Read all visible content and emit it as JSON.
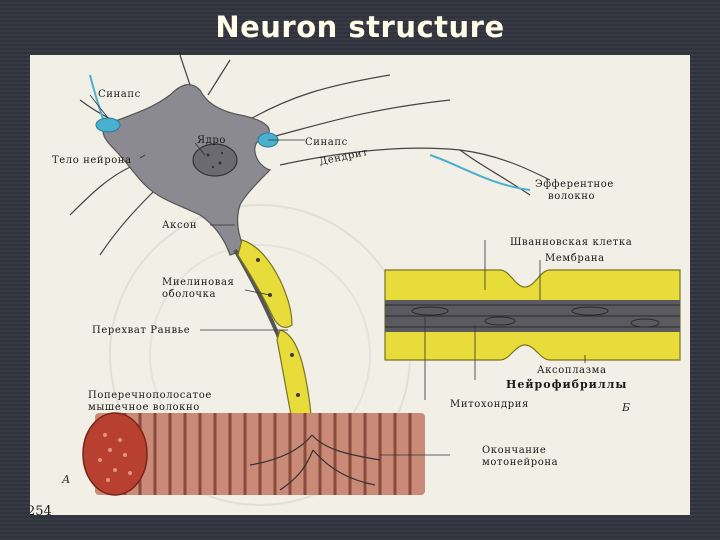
{
  "slide": {
    "title": "Neuron structure",
    "page_number": "254"
  },
  "diagram": {
    "label_a": "А",
    "label_b": "Б",
    "labels": {
      "synapse_top": "Синапс",
      "synapse_right": "Синапс",
      "nucleus": "Ядро",
      "cell_body": "Тело нейрона",
      "dendrite": "Дендрит",
      "efferent_line1": "Эфферентное",
      "efferent_line2": "волокно",
      "axon": "Аксон",
      "myelin_line1": "Миелиновая",
      "myelin_line2": "оболочка",
      "ranvier": "Перехват Ранвье",
      "schwann": "Шванновская клетка",
      "membrane": "Мембрана",
      "axoplasm": "Аксоплазма",
      "neurofibrils": "Нейрофибриллы",
      "mitochondria": "Митохондрия",
      "striated_line1": "Поперечнополосатое",
      "striated_line2": "мышечное волокно",
      "ending_line1": "Окончание",
      "ending_line2": "мотонейрона"
    }
  },
  "colors": {
    "title": "#fffde8",
    "background": "#33363f",
    "figure": "#f1efe6",
    "cell": "#8a8a90",
    "myelin": "#e8dc3a",
    "muscle": "#a8584a",
    "synapse": "#4ab0d0"
  }
}
